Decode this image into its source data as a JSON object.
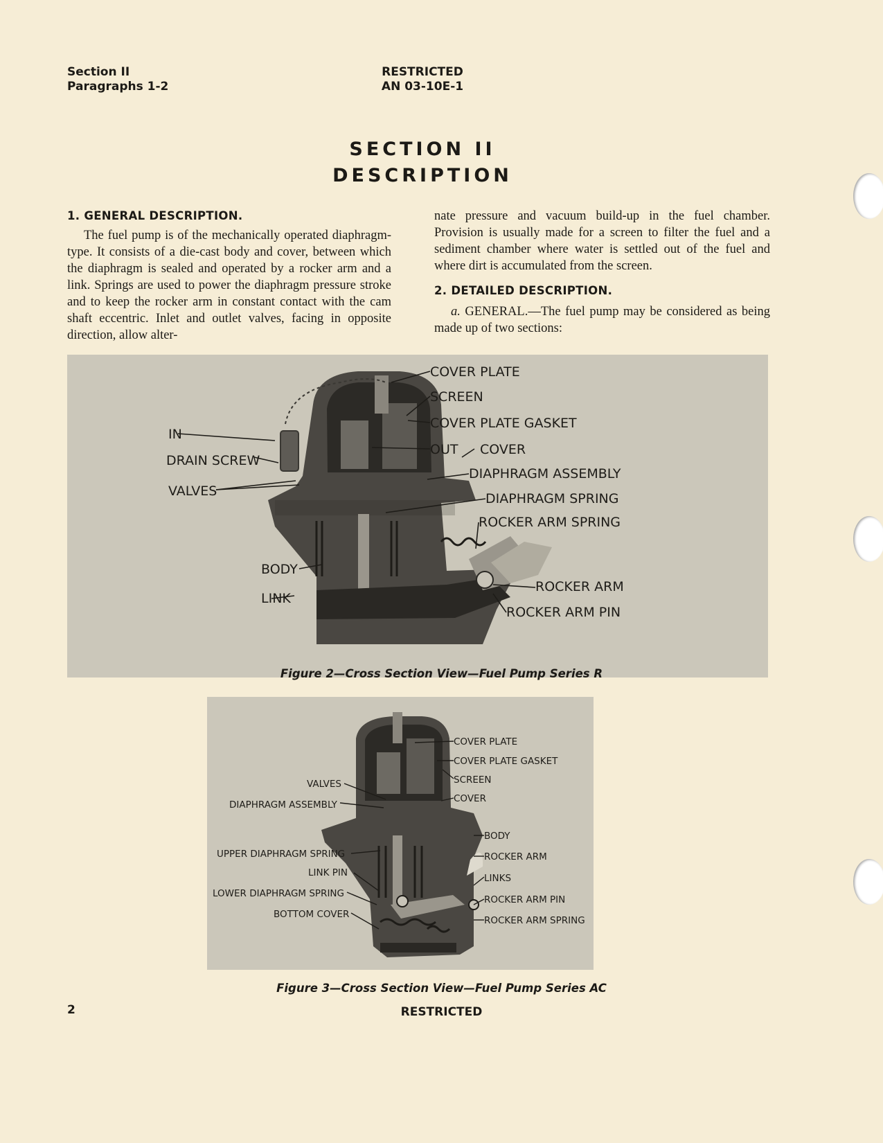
{
  "header": {
    "left_line1": "Section II",
    "left_line2": "Paragraphs 1-2",
    "center_line1": "RESTRICTED",
    "center_line2": "AN 03-10E-1"
  },
  "section": {
    "title_line1": "SECTION II",
    "title_line2": "DESCRIPTION"
  },
  "col_left": {
    "heading": "1. GENERAL DESCRIPTION.",
    "para": "The fuel pump is of the mechanically operated diaphragm-type. It consists of a die-cast body and cover, between which the diaphragm is sealed and operated by a rocker arm and a link. Springs are used to power the diaphragm pressure stroke and to keep the rocker arm in constant contact with the cam shaft eccentric. Inlet and outlet valves, facing in opposite direction, allow alter-"
  },
  "col_right": {
    "para": "nate pressure and vacuum build-up in the fuel chamber. Provision is usually made for a screen to filter the fuel and a sediment chamber where water is settled out of the fuel and where dirt is accumulated from the screen.",
    "heading": "2. DETAILED DESCRIPTION.",
    "sub_letter": "a.",
    "sub_text": "GENERAL.—The fuel pump may be considered as being made up of two sections:"
  },
  "figure2": {
    "caption": "Figure 2—Cross Section View—Fuel Pump Series R",
    "labels": {
      "cover_plate": "COVER PLATE",
      "screen": "SCREEN",
      "cover_plate_gasket": "COVER PLATE GASKET",
      "in": "IN",
      "out": "OUT",
      "cover": "COVER",
      "drain_screw": "DRAIN SCREW",
      "diaphragm_assembly": "DIAPHRAGM ASSEMBLY",
      "valves": "VALVES",
      "diaphragm_spring": "DIAPHRAGM SPRING",
      "rocker_arm_spring": "ROCKER ARM SPRING",
      "body": "BODY",
      "rocker_arm": "ROCKER ARM",
      "link": "LINK",
      "rocker_arm_pin": "ROCKER ARM PIN"
    }
  },
  "figure3": {
    "caption": "Figure 3—Cross Section View—Fuel Pump Series AC",
    "labels": {
      "cover_plate": "COVER PLATE",
      "cover_plate_gasket": "COVER PLATE GASKET",
      "screen": "SCREEN",
      "valves": "VALVES",
      "cover": "COVER",
      "diaphragm_assembly": "DIAPHRAGM ASSEMBLY",
      "body": "BODY",
      "upper_diaphragm_spring": "UPPER DIAPHRAGM SPRING",
      "rocker_arm": "ROCKER ARM",
      "link_pin": "LINK PIN",
      "links": "LINKS",
      "lower_diaphragm_spring": "LOWER DIAPHRAGM SPRING",
      "rocker_arm_pin": "ROCKER ARM PIN",
      "bottom_cover": "BOTTOM COVER",
      "rocker_arm_spring": "ROCKER ARM SPRING"
    }
  },
  "footer": {
    "page_number": "2",
    "restricted": "RESTRICTED"
  }
}
